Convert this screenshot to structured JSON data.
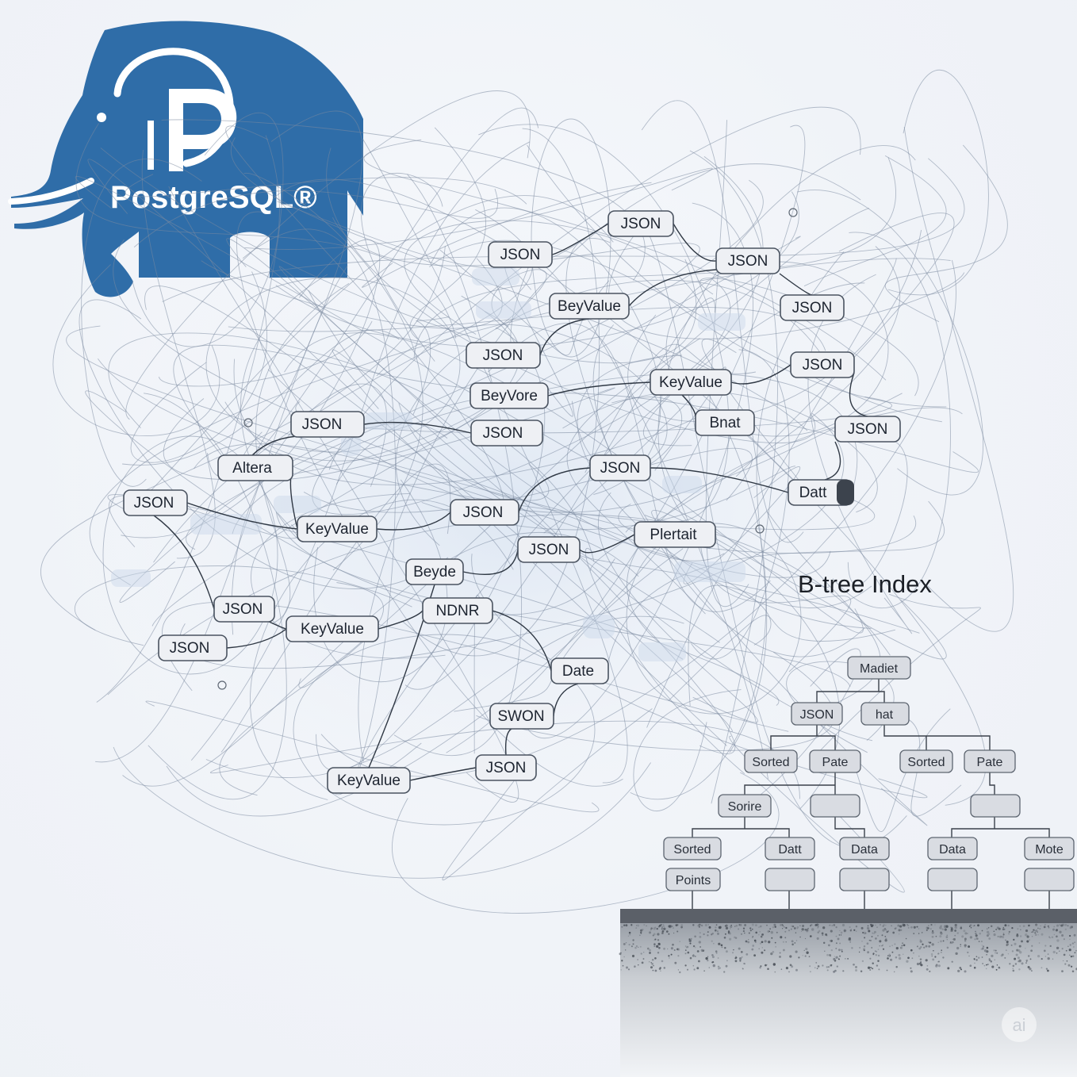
{
  "logo": {
    "name": "PostgreSQL®",
    "color": "#2f6da8"
  },
  "network": {
    "nodes": [
      {
        "label": "JSON"
      },
      {
        "label": "JSON"
      },
      {
        "label": "JSON"
      },
      {
        "label": "JSON"
      },
      {
        "label": "BeyValue"
      },
      {
        "label": "JSON"
      },
      {
        "label": "JSON"
      },
      {
        "label": "KeyValue"
      },
      {
        "label": "BeyVore"
      },
      {
        "label": "Bnat"
      },
      {
        "label": "JSON"
      },
      {
        "label": "JSON"
      },
      {
        "label": "JSON"
      },
      {
        "label": "Altera"
      },
      {
        "label": "JSON"
      },
      {
        "label": "Datt"
      },
      {
        "label": "JSON"
      },
      {
        "label": "KeyValue"
      },
      {
        "label": "JSON"
      },
      {
        "label": "Plertait"
      },
      {
        "label": "Beyde"
      },
      {
        "label": "JSON"
      },
      {
        "label": "KeyValue"
      },
      {
        "label": "NDNR"
      },
      {
        "label": "JSON"
      },
      {
        "label": "Date"
      },
      {
        "label": "SWON"
      },
      {
        "label": "KeyValue"
      },
      {
        "label": "JSON"
      }
    ]
  },
  "btree": {
    "title": "B-tree Index",
    "nodes": [
      {
        "label": "Madiet"
      },
      {
        "label": "JSON"
      },
      {
        "label": "hat"
      },
      {
        "label": "Sorted"
      },
      {
        "label": "Pate"
      },
      {
        "label": "Sorted"
      },
      {
        "label": "Pate"
      },
      {
        "label": "Sorire"
      },
      {
        "label": ""
      },
      {
        "label": ""
      },
      {
        "label": "Sorted"
      },
      {
        "label": "Datt"
      },
      {
        "label": "Data"
      },
      {
        "label": "Data"
      },
      {
        "label": "Mote"
      },
      {
        "label": "Points"
      },
      {
        "label": ""
      },
      {
        "label": ""
      },
      {
        "label": ""
      },
      {
        "label": ""
      }
    ]
  }
}
